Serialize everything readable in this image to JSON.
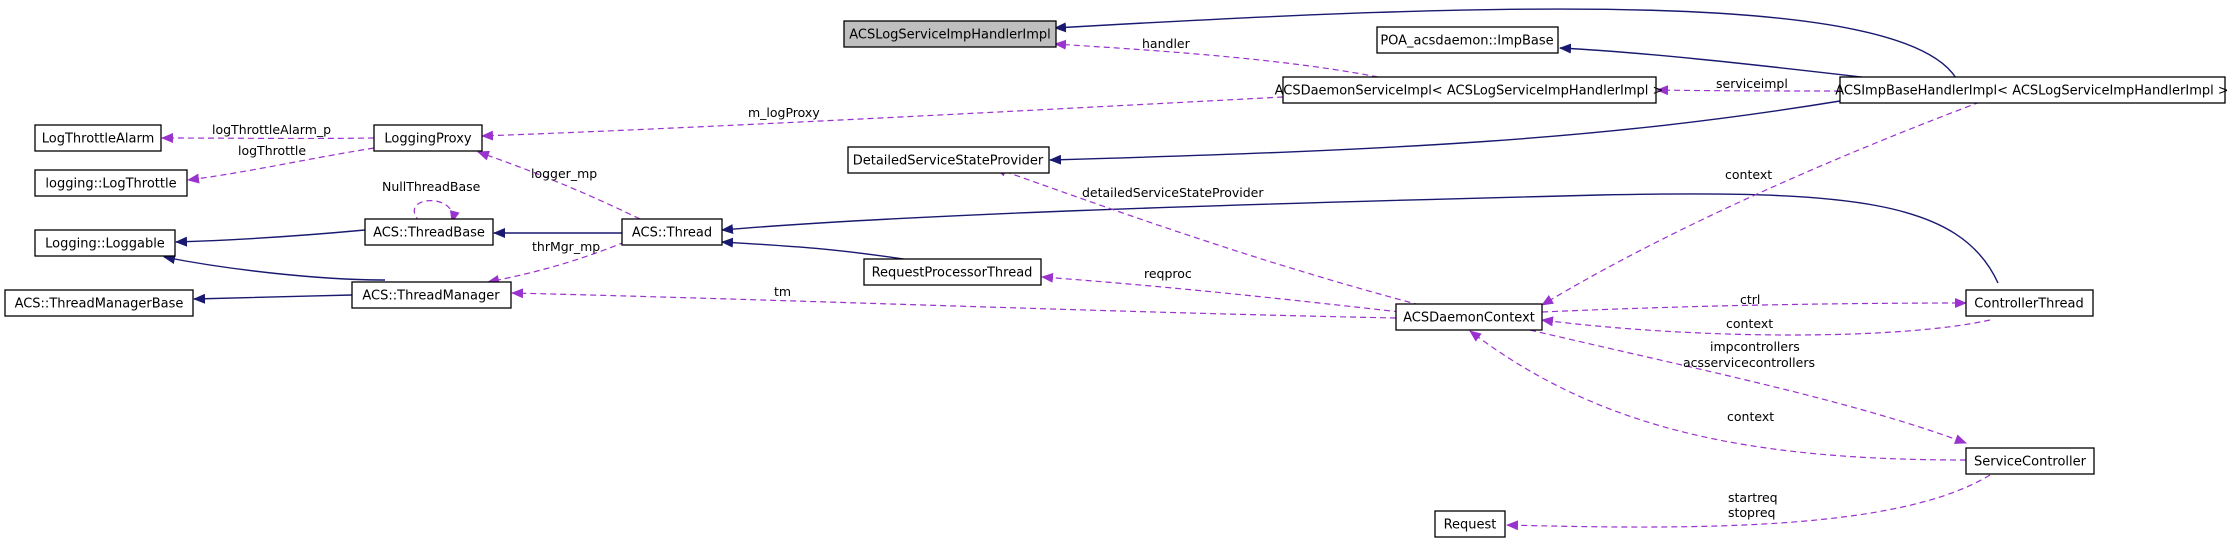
{
  "colors": {
    "inheritance": "#191970",
    "usage": "#9a32cd",
    "node_border": "#000000",
    "highlight_fill": "#bfbfbf"
  },
  "nodes": {
    "acsLogServiceImpHandlerImpl": "ACSLogServiceImpHandlerImpl",
    "poaAcsdaemonImpBase": "POA_acsdaemon::ImpBase",
    "acsDaemonServiceImpl": "ACSDaemonServiceImpl< ACSLogServiceImpHandlerImpl >",
    "acsImpBaseHandlerImpl": "ACSImpBaseHandlerImpl< ACSLogServiceImpHandlerImpl >",
    "logThrottleAlarm": "LogThrottleAlarm",
    "loggingProxy": "LoggingProxy",
    "loggingLogThrottle": "logging::LogThrottle",
    "detailedServiceStateProvider": "DetailedServiceStateProvider",
    "loggingLoggable": "Logging::Loggable",
    "acsThreadBase": "ACS::ThreadBase",
    "acsThread": "ACS::Thread",
    "requestProcessorThread": "RequestProcessorThread",
    "acsThreadManagerBase": "ACS::ThreadManagerBase",
    "acsThreadManager": "ACS::ThreadManager",
    "acsDaemonContext": "ACSDaemonContext",
    "controllerThread": "ControllerThread",
    "serviceController": "ServiceController",
    "request": "Request"
  },
  "edge_labels": {
    "handler": "handler",
    "serviceimpl": "serviceimpl",
    "m_logProxy": "m_logProxy",
    "logThrottleAlarm_p": "logThrottleAlarm_p",
    "logThrottle": "logThrottle",
    "logger_mp": "logger_mp",
    "nullThreadBase": "NullThreadBase",
    "context_top": "context",
    "detailedServiceStateProvider": "detailedServiceStateProvider",
    "thrMgr_mp": "thrMgr_mp",
    "reqproc": "reqproc",
    "tm": "tm",
    "ctrl": "ctrl",
    "context_ctrl": "context",
    "impcontrollers": "impcontrollers",
    "acsservicecontrollers": "acsservicecontrollers",
    "context_svc": "context",
    "startreq": "startreq",
    "stopreq": "stopreq"
  }
}
